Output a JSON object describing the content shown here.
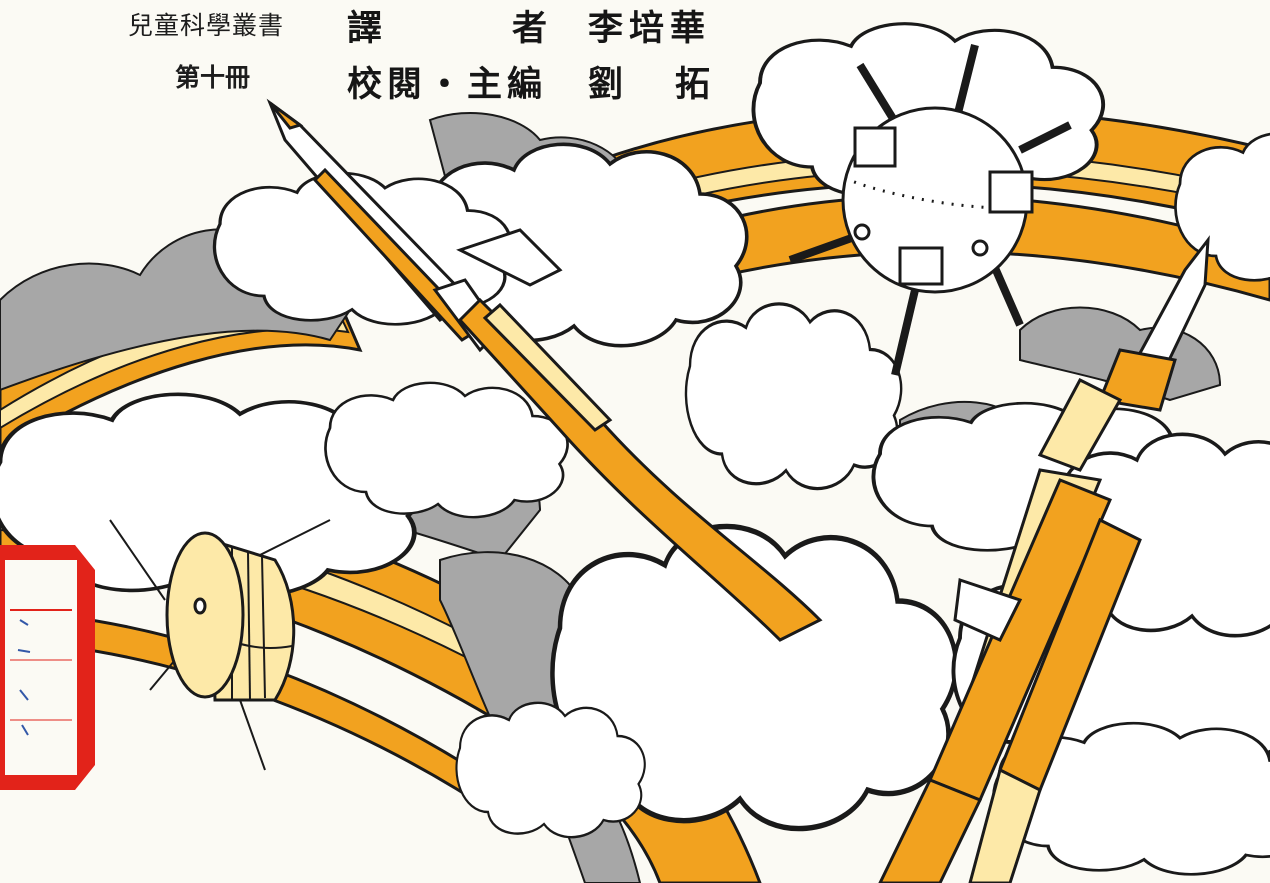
{
  "cover": {
    "series_title": "兒童科學叢書",
    "volume": "第十冊",
    "translator_label": "譯者",
    "translator_name": "李培華",
    "editor_label": "校閱・主編",
    "editor_name": "劉拓"
  },
  "colors": {
    "orange": "#f2a21f",
    "pale_yellow": "#fde9a8",
    "cloud_grey": "#a7a7a7",
    "outline": "#1a1a1a",
    "label_red": "#e2231a"
  },
  "icons": [
    "rocket-icon",
    "satellite-icon",
    "cloud-icon",
    "library-label-icon"
  ]
}
